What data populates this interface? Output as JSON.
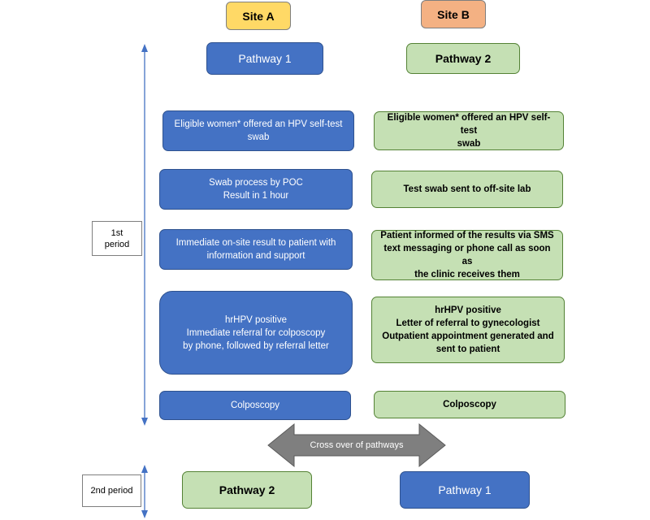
{
  "sites": {
    "a": "Site A",
    "b": "Site B"
  },
  "pathways": {
    "a_top": "Pathway 1",
    "b_top": "Pathway 2",
    "a_bottom": "Pathway 2",
    "b_bottom": "Pathway 1"
  },
  "site_a_steps": [
    "Eligible women* offered an HPV self-test\nswab",
    "Swab process by POC\nResult in 1 hour",
    "Immediate on-site result to patient with\ninformation and support",
    "hrHPV positive\nImmediate referral for colposcopy\nby phone, followed by referral letter",
    "Colposcopy"
  ],
  "site_b_steps": [
    "Eligible women* offered an HPV self-test\nswab",
    "Test swab sent to off-site lab",
    "Patient informed of the results via SMS\ntext messaging or phone call as soon as\nthe clinic receives them",
    "hrHPV positive\nLetter of referral to gynecologist\nOutpatient appointment generated and\nsent to patient",
    "Colposcopy"
  ],
  "periods": {
    "first": "1st\nperiod",
    "second": "2nd period"
  },
  "crossover": "Cross over  of pathways",
  "colors": {
    "site_a": "#ffd966",
    "site_b": "#f4b183",
    "blue": "#4472c4",
    "green": "#c5e0b4",
    "arrow": "#7f7f7f"
  }
}
